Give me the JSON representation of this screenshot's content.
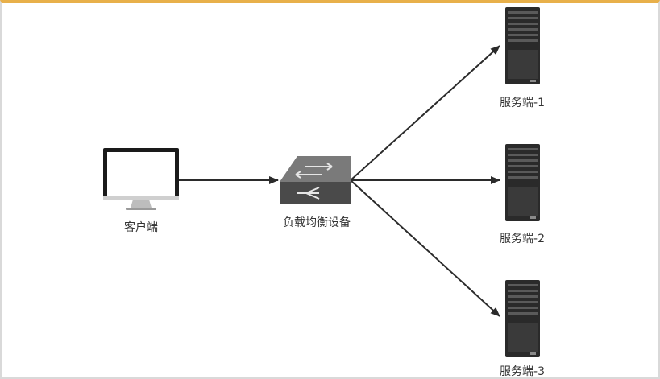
{
  "nodes": {
    "client": {
      "label": "客户端"
    },
    "load_balancer": {
      "label": "负载均衡设备"
    },
    "servers": [
      {
        "label": "服务端-1"
      },
      {
        "label": "服务端-2"
      },
      {
        "label": "服务端-3"
      }
    ]
  },
  "colors": {
    "edge": "#2b2b2b",
    "server_body": "#2a2a2a",
    "server_panel": "#5a5a5a",
    "switch_top": "#7a7a7a",
    "switch_front": "#4a4a4a",
    "monitor_frame": "#1a1a1a",
    "monitor_screen": "#ffffff"
  }
}
